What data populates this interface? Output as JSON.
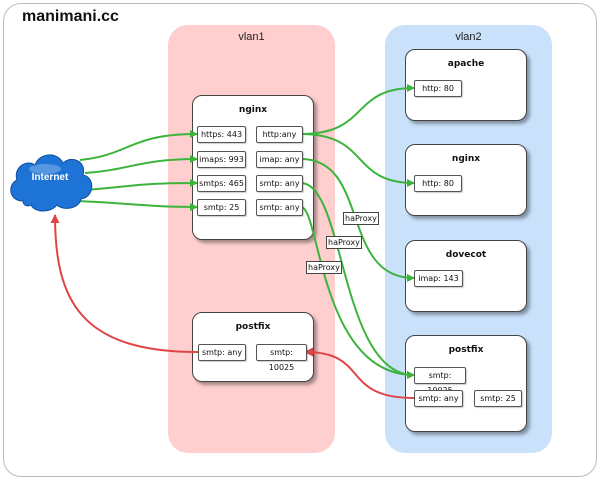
{
  "title": "manimani.cc",
  "internet": {
    "label": "Internet"
  },
  "vlans": {
    "vlan1": "vlan1",
    "vlan2": "vlan2"
  },
  "colors": {
    "vlan1_bg": "#ffcfcf",
    "vlan2_bg": "#c9e1fb",
    "green_link": "#3cb43c",
    "red_link": "#e04545",
    "cloud": "#1e74d6"
  },
  "vlan1": {
    "nginx": {
      "title": "nginx",
      "ports_left": [
        "https: 443",
        "imaps: 993",
        "smtps: 465",
        "smtp: 25"
      ],
      "ports_right": [
        "http:any",
        "imap: any",
        "smtp: any",
        "smtp: any"
      ]
    },
    "postfix": {
      "title": "postfix",
      "ports": [
        "smtp: any",
        "smtp: 10025"
      ]
    }
  },
  "vlan2": {
    "apache": {
      "title": "apache",
      "port": "http: 80"
    },
    "nginx": {
      "title": "nginx",
      "port": "http: 80"
    },
    "dovecot": {
      "title": "dovecot",
      "port": "imap: 143"
    },
    "postfix": {
      "title": "postfix",
      "ports": [
        "smtp: 10025",
        "smtp: any",
        "smtp: 25"
      ]
    }
  },
  "link_labels": [
    "haProxy",
    "haProxy",
    "haProxy"
  ]
}
